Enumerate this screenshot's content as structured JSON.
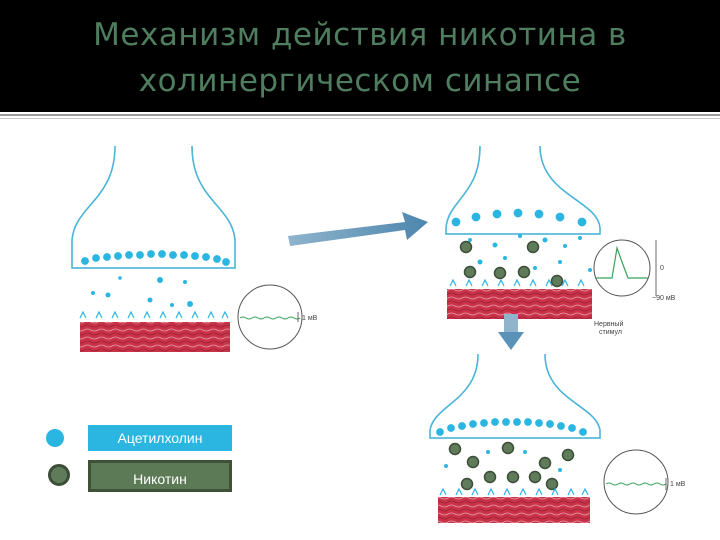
{
  "title": {
    "line1": "Механизм действия никотина в",
    "line2": "холинергическом синапсе"
  },
  "legend": {
    "acetylcholine_label": "Ацетилхолин",
    "nicotine_label": "Никотин"
  },
  "oscilloscopes": {
    "rest_left": "1 мВ",
    "rest_bottom": "1 мВ",
    "spike_top": "0",
    "spike_bottom": "−90 мВ",
    "stimulus_line1": "Нервный",
    "stimulus_line2": "стимул"
  },
  "colors": {
    "title_text": "#4f7d5f",
    "acetylcholine": "#2bb6e2",
    "nicotine": "#5f7b5a",
    "muscle": "#c8334a",
    "neuron_outline": "#4ab5d8",
    "arrow": "#6fa0c0"
  }
}
